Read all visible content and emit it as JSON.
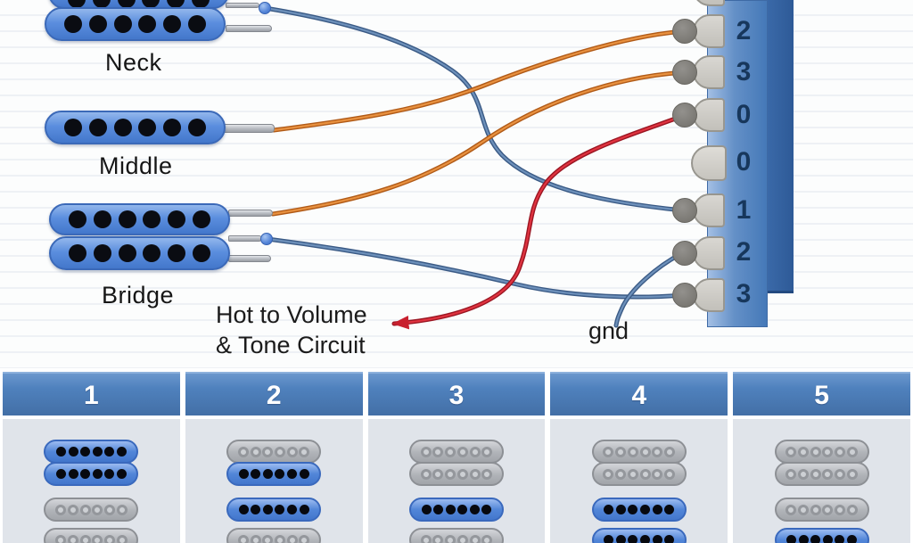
{
  "diagram": {
    "pickup_labels": {
      "neck": "Neck",
      "middle": "Middle",
      "bridge": "Bridge"
    },
    "annotations": {
      "hot_line1": "Hot to Volume",
      "hot_line2": "& Tone Circuit",
      "gnd": "gnd"
    },
    "switch": {
      "terminal_labels": [
        "2",
        "3",
        "0",
        "0",
        "1",
        "2",
        "3"
      ]
    },
    "wires": [
      {
        "color": "orange",
        "from": "middle-pickup",
        "to": "terminal-2-top"
      },
      {
        "color": "orange",
        "from": "bridge-pickup-top-coil",
        "to": "terminal-3-top"
      },
      {
        "color": "blue",
        "from": "neck-pickup",
        "to": "terminal-1-bottom"
      },
      {
        "color": "blue",
        "from": "bridge-pickup",
        "to": "terminal-3-bottom"
      },
      {
        "color": "red",
        "from": "terminal-0-top",
        "to": "hot-to-volume-tone-circuit"
      },
      {
        "color": "blue",
        "from": "terminal-2-bottom",
        "to": "gnd"
      }
    ],
    "colors": {
      "wire_orange": "#e89140",
      "wire_orange_dark": "#b05a17",
      "wire_blue": "#6d90ba",
      "wire_blue_dark": "#3a5a85",
      "wire_red": "#e03340",
      "wire_red_dark": "#9a1622",
      "pickup_active_blue": "#4d82d3",
      "pickup_inactive_gray": "#aeb1b6",
      "switch_blue": "#4a77b5",
      "terminal_gray": "#cbc9c4",
      "table_header_blue": "#4f81bd",
      "table_body_gray": "#e0e4ea"
    }
  },
  "selector_table": {
    "headers": [
      "1",
      "2",
      "3",
      "4",
      "5"
    ],
    "positions": [
      {
        "label": "1",
        "coils": {
          "hb1": "on",
          "hb2": "on",
          "mid": "off",
          "nk": "off"
        }
      },
      {
        "label": "2",
        "coils": {
          "hb1": "off",
          "hb2": "on",
          "mid": "on",
          "nk": "off"
        }
      },
      {
        "label": "3",
        "coils": {
          "hb1": "off",
          "hb2": "off",
          "mid": "on",
          "nk": "off"
        }
      },
      {
        "label": "4",
        "coils": {
          "hb1": "off",
          "hb2": "off",
          "mid": "on",
          "nk": "on"
        }
      },
      {
        "label": "5",
        "coils": {
          "hb1": "off",
          "hb2": "off",
          "mid": "off",
          "nk": "on"
        }
      }
    ]
  }
}
